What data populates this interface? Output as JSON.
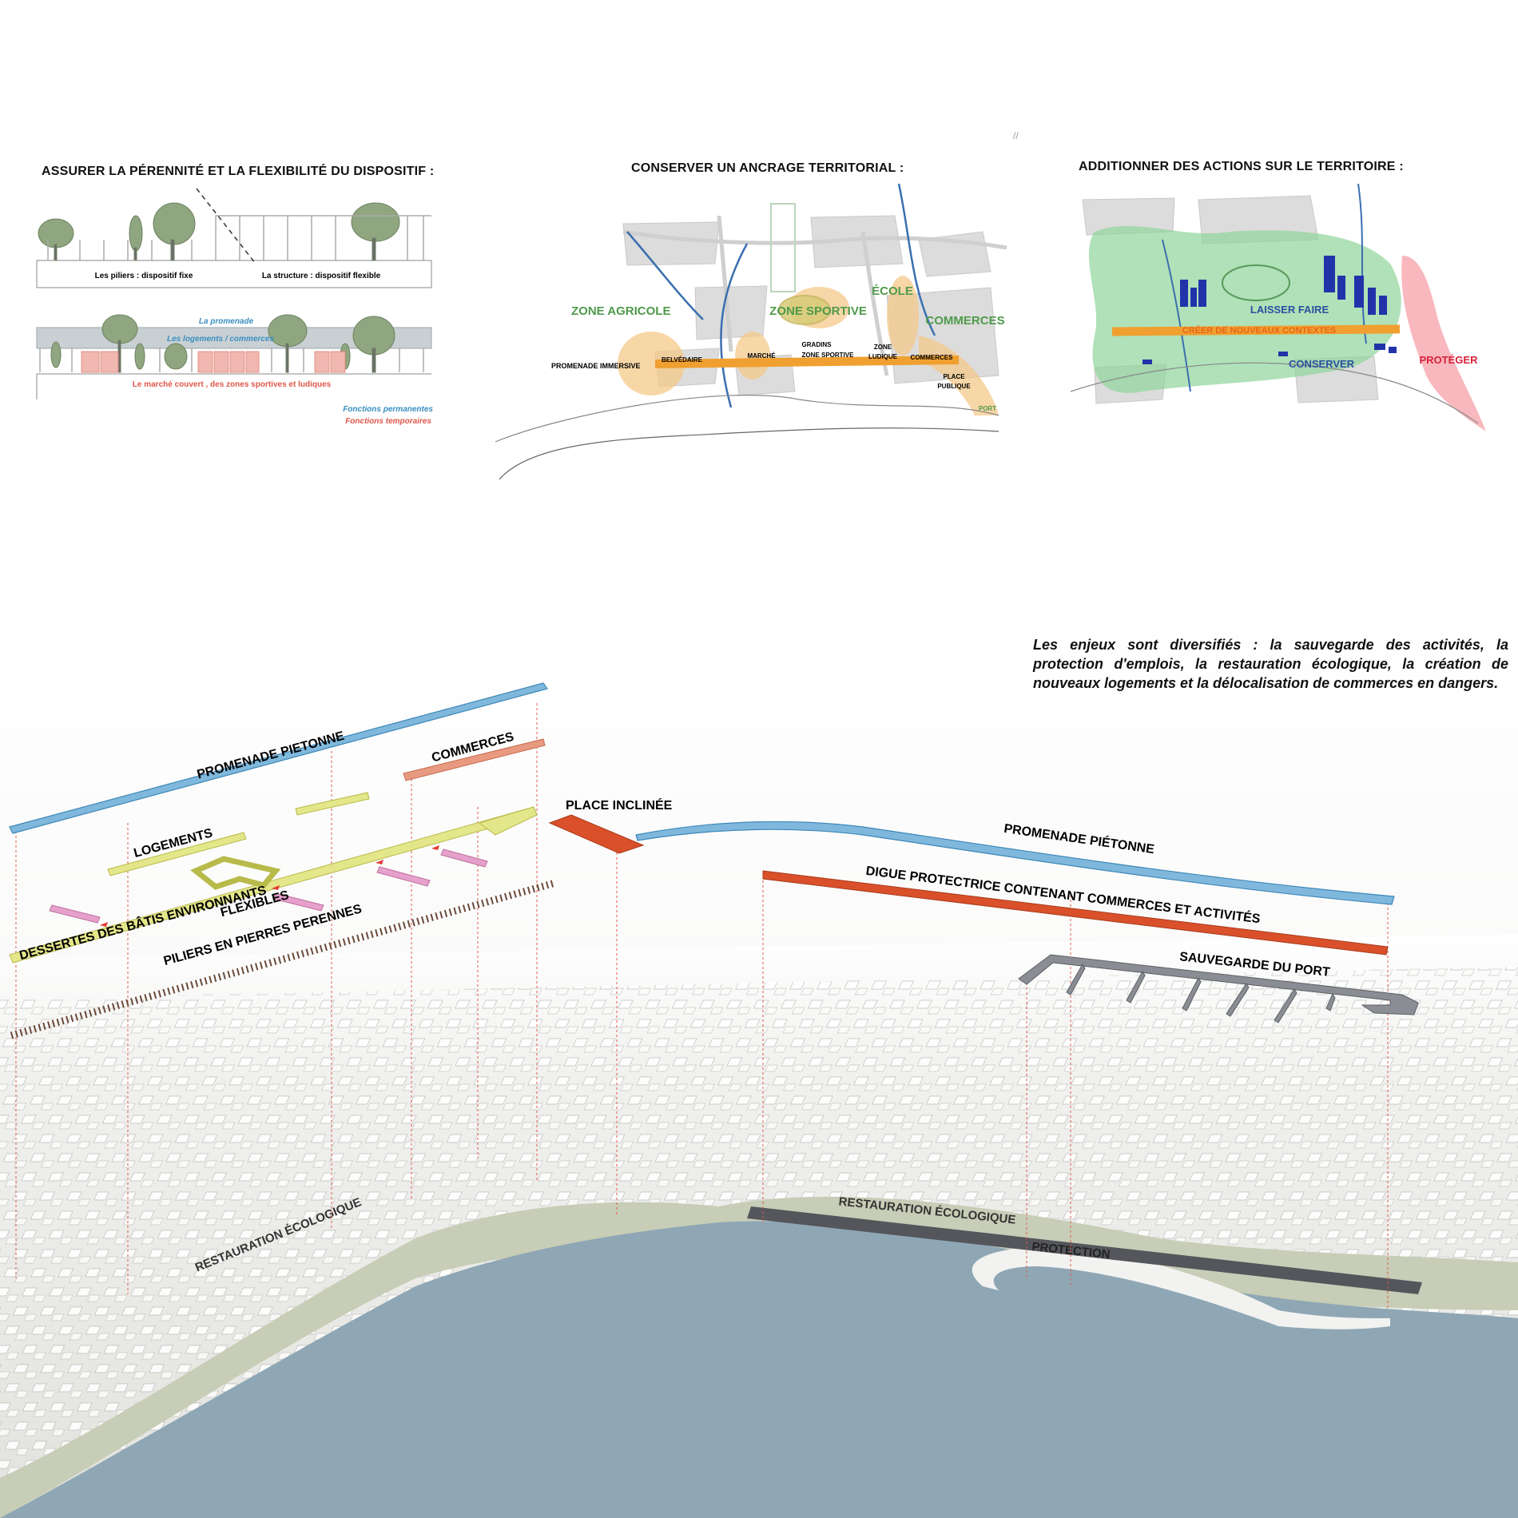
{
  "panel1": {
    "title": "ASSURER LA PÉRENNITÉ ET LA FLEXIBILITÉ DU DISPOSITIF :",
    "label_piliers": "Les piliers : dispositif fixe",
    "label_structure": "La structure : dispositif flexible",
    "label_promenade": "La promenade",
    "label_logements": "Les logements / commerces",
    "label_marche": "Le marché couvert , des zones sportives et ludiques",
    "legend_permanent": "Fonctions permanentes",
    "legend_temporary": "Fonctions temporaires",
    "color_permanent": "#3a8fc0",
    "color_temporary": "#e0574a"
  },
  "panel2": {
    "title": "CONSERVER UN ANCRAGE TERRITORIAL :",
    "zone_agricole": "ZONE AGRICOLE",
    "zone_sportive": "ZONE SPORTIVE",
    "ecole": "ÉCOLE",
    "commerces": "COMMERCES",
    "promenade_immersive": "PROMENADE IMMERSIVE",
    "belvedaire": "BELVÉDAIRE",
    "marche": "MARCHÉ",
    "gradins": "GRADINS",
    "zone_sportive_small": "ZONE SPORTIVE",
    "zone": "ZONE",
    "ludique": "LUDIQUE",
    "commerces_small": "COMMERCES",
    "place": "PLACE",
    "publique": "PUBLIQUE",
    "port": "PORT",
    "color_green": "#4e9a4a",
    "color_orange": "#f0a030"
  },
  "panel3": {
    "title": "ADDITIONNER DES ACTIONS SUR LE TERRITOIRE :",
    "laisser_faire": "LAISSER FAIRE",
    "creer": "CRÉER DE NOUVEAUX CONTEXTES",
    "conserver": "CONSERVER",
    "proteger": "PROTÉGER",
    "color_green_zone": "#8fd49a",
    "color_red_zone": "#f5a0a8",
    "color_blue": "#2233aa"
  },
  "intro": "Les enjeux sont diversifiés : la sauvegarde des activités, la protection d'emplois, la restauration écologique, la création de nouveaux logements et la délocalisation de commerces en dangers.",
  "axo": {
    "promenade_pietonne_left": "PROMENADE PIETONNE",
    "commerces": "COMMERCES",
    "logements": "LOGEMENTS",
    "place_inclinee": "PLACE INCLINÉE",
    "dessertes_1": "DESSERTES DES BÂTIS ENVIRONNANTS",
    "dessertes_2": "FLEXIBLES",
    "piliers": "PILIERS EN PIERRES PERENNES",
    "promenade_pietonne_right": "PROMENADE PIÉTONNE",
    "digue": "DIGUE PROTECTRICE CONTENANT COMMERCES ET ACTIVITÉS",
    "sauvegarde_port": "SAUVEGARDE DU PORT",
    "restauration_left": "RESTAURATION ÉCOLOGIQUE",
    "restauration_right": "RESTAURATION ÉCOLOGIQUE",
    "protection": "PROTECTION",
    "color_promenade": "#7fb8dc",
    "color_commerces": "#e89a80",
    "color_logements": "#e4e68a",
    "color_place": "#d9502a",
    "color_sea": "#8fa7b5",
    "color_port": "#8a8d93"
  }
}
